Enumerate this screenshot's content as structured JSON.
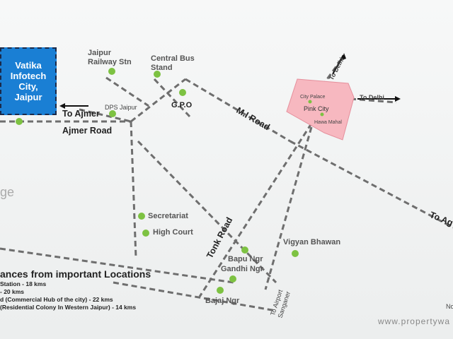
{
  "project": {
    "name": "Vatika\nInfotech\nCity,\nJaipur"
  },
  "roads": {
    "to_ajmer": "To Ajmer",
    "ajmer_road": "Ajmer Road",
    "mi_road": "M.I Road",
    "tonk_road": "Tonk Road",
    "to_airport": "To Airport\nSanganer",
    "to_delhi_1": "To Delhi",
    "to_delhi_2": "To Delhi",
    "to_agra": "To Ag"
  },
  "places": {
    "railway": "Jaipur\nRailway Stn",
    "bus_stand": "Central Bus\nStand",
    "gpo": "G.P.O",
    "dps": "DPS Jaipur",
    "secretariat": "Secretariat",
    "high_court": "High Court",
    "vigyan": "Vigyan Bhawan",
    "bapu": "Bapu Ngr",
    "gandhi": "Gandhi Ngr",
    "bajaj": "Bajaj Ngr",
    "city_palace": "City Palace",
    "pink_city": "Pink City",
    "hawa_mahal": "Hawa Mahal"
  },
  "legend": {
    "title": "ances from important Locations",
    "items": [
      "Station - 18 kms",
      "- 20 kms",
      "d (Commercial Hub of the city) - 22 kms",
      "(Residential Colony In Western Jaipur) - 14 kms"
    ]
  },
  "edge_text": {
    "left": "ge",
    "right": "No"
  },
  "watermark": "www.propertywa",
  "colors": {
    "project": "#1a7fd4",
    "dot": "#7dc242",
    "road": "#666666",
    "pink_city": "#f7b8c0"
  }
}
